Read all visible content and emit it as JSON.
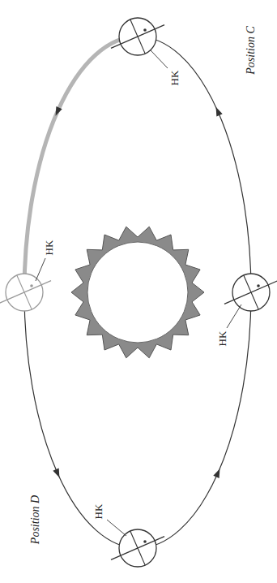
{
  "diagram": {
    "labels": [
      "HK",
      "HK",
      "HK",
      "HK",
      "Position C",
      "Position D"
    ]
  }
}
